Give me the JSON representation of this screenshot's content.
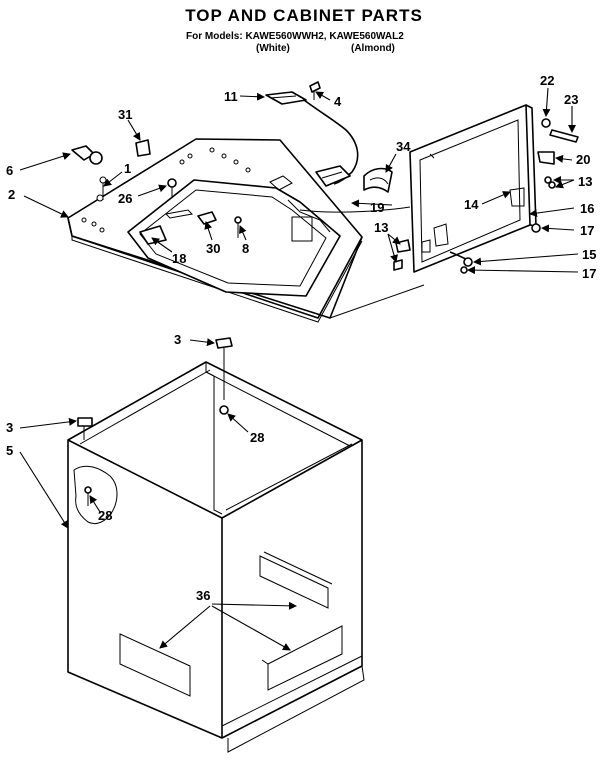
{
  "header": {
    "title": "TOP AND CABINET PARTS",
    "models": "For Models: KAWE560WWH2, KAWE560WAL2",
    "variant_white": "(White)",
    "variant_almond": "(Almond)"
  },
  "callouts": [
    "11",
    "4",
    "22",
    "23",
    "31",
    "34",
    "6",
    "1",
    "20",
    "2",
    "26",
    "13",
    "19",
    "14",
    "16",
    "13",
    "30",
    "8",
    "18",
    "17",
    "15",
    "17",
    "3",
    "3",
    "28",
    "5",
    "28",
    "36"
  ]
}
